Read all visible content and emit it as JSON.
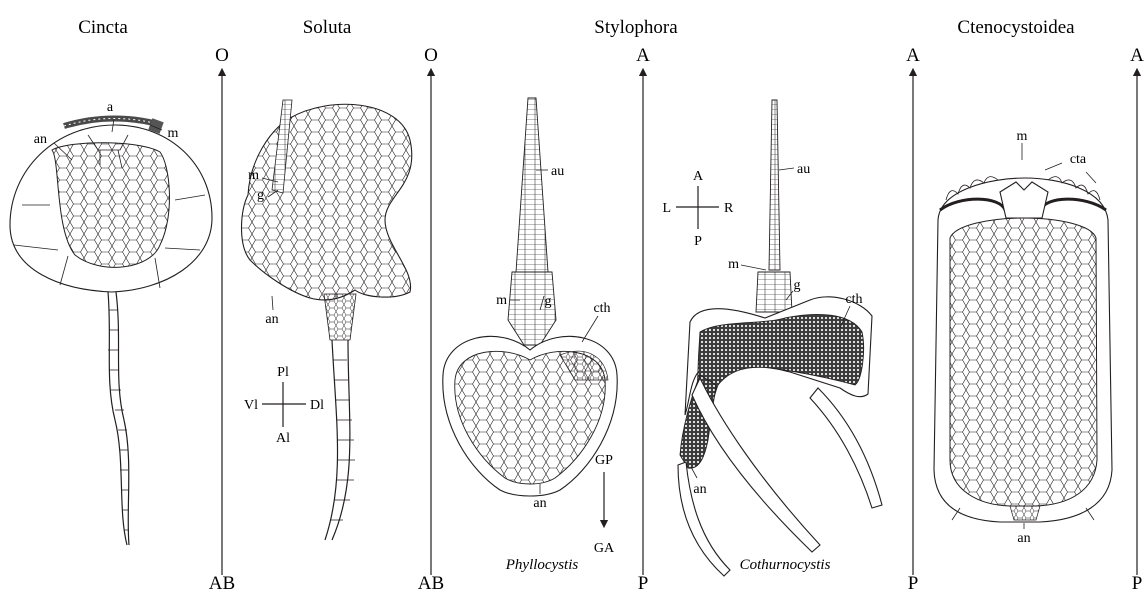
{
  "panels": {
    "cincta": {
      "title": "Cincta",
      "labels": {
        "a": "a",
        "an": "an",
        "m": "m"
      }
    },
    "soluta": {
      "title": "Soluta",
      "labels": {
        "m": "m",
        "g": "g",
        "an": "an"
      },
      "compass": {
        "top": "Pl",
        "left": "Vl",
        "right": "Dl",
        "bottom": "Al"
      }
    },
    "stylophora": {
      "title": "Stylophora",
      "phyllocystis": {
        "name": "Phyllocystis",
        "labels": {
          "au": "au",
          "m": "m",
          "g": "g",
          "cth": "cth",
          "an": "an"
        },
        "gradient": {
          "top": "GP",
          "bottom": "GA"
        }
      },
      "cothurnocystis": {
        "name": "Cothurnocystis",
        "labels": {
          "au": "au",
          "m": "m",
          "g": "g",
          "cth": "cth",
          "an": "an"
        },
        "compass": {
          "top": "A",
          "left": "L",
          "right": "R",
          "bottom": "P"
        }
      }
    },
    "ctenocystoidea": {
      "title": "Ctenocystoidea",
      "labels": {
        "m": "m",
        "cta": "cta",
        "an": "an"
      }
    }
  },
  "axes": [
    {
      "id": "axis-1",
      "top": "O",
      "bottom": "AB"
    },
    {
      "id": "axis-2",
      "top": "O",
      "bottom": "AB"
    },
    {
      "id": "axis-3",
      "top": "A",
      "bottom": "P"
    },
    {
      "id": "axis-4",
      "top": "A",
      "bottom": "P"
    },
    {
      "id": "axis-5",
      "top": "A",
      "bottom": "P"
    }
  ]
}
